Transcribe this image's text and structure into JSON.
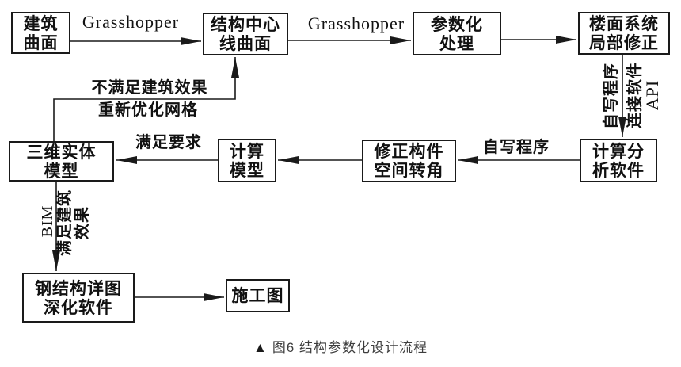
{
  "figure": {
    "caption_marker": "▲",
    "caption_text": "图6  结构参数化设计流程"
  },
  "colors": {
    "line": "#1a1a1a",
    "box_border": "#1a1a1a",
    "text": "#111111",
    "caption": "#3d3d3d",
    "background": "#ffffff"
  },
  "nodes": {
    "building_surface": {
      "line1": "建筑",
      "line2": "曲面"
    },
    "centerline_surface": {
      "line1": "结构中心",
      "line2": "线曲面"
    },
    "parametric_process": {
      "line1": "参数化",
      "line2": "处理"
    },
    "floor_system_fix": {
      "line1": "楼面系统",
      "line2": "局部修正"
    },
    "calc_analysis_sw": {
      "line1": "计算分",
      "line2": "析软件"
    },
    "member_rotation_fix": {
      "line1": "修正构件",
      "line2": "空间转角"
    },
    "calc_model": {
      "line1": "计算",
      "line2": "模型"
    },
    "solid_model_3d": {
      "line1": "三维实体",
      "line2": "模型"
    },
    "steel_detail_sw": {
      "line1": "钢结构详图",
      "line2": "深化软件"
    },
    "construction_draw": {
      "line1": "施工图"
    }
  },
  "edge_labels": {
    "grasshopper1": "Grasshopper",
    "grasshopper2": "Grasshopper",
    "self_program_vertical": "自写程序",
    "connect_api_line1": "连接软件",
    "connect_api_line2": "API",
    "self_program_horizontal": "自写程序",
    "meet_requirements": "满足要求",
    "not_meet_effect": "不满足建筑效果",
    "reoptimize_mesh": "重新优化网格",
    "bim": "BIM",
    "meet_effect_line1": "满足建筑",
    "meet_effect_line2": "效果"
  }
}
